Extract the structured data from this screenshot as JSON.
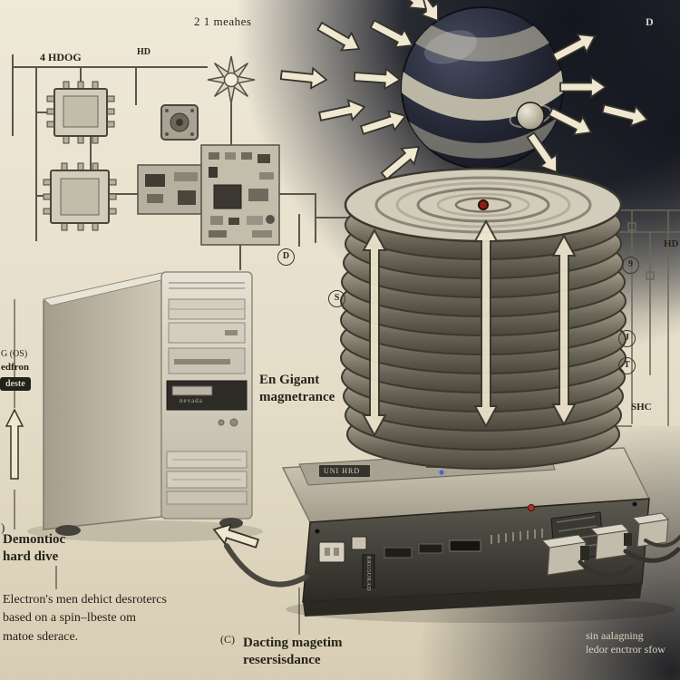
{
  "labels": {
    "top_measure": "2 1 meahes",
    "top_left": "4 HDOG",
    "top_hd": "HD",
    "top_right_d": "D",
    "giant_line1": "En Gigant",
    "giant_line2": "magnetrance",
    "left_os": "G (OS)",
    "left_edfron": "edfron",
    "left_deste": "deste",
    "left_paren": ")",
    "title_line1": "Demontioc",
    "title_line2": "hard dive",
    "caption_line1": "Electron's men dehict desrotercs",
    "caption_line2": "based on a spin–lbeste om",
    "caption_line3": "matoe sderace.",
    "center_marker": "(C)",
    "center_line1": "Dacting magetim",
    "center_line2": "resersisdance",
    "right_caption_line1": "sin aalagning",
    "right_caption_line2": "ledor enctror sfow",
    "right_shc": "SHC",
    "right_hd": "HD",
    "tower_bay": "nevada",
    "device_badge": "UNI HRD",
    "device_plate": "RRG5URAD",
    "circled_d": "D",
    "circled_s": "S",
    "circled_9": "9",
    "circled_j": "J",
    "circled_t": "T"
  },
  "colors": {
    "background_top": "#efe9d8",
    "background_bottom": "#d8cdb4",
    "dark_corner": "#14161f",
    "ink": "#26231b",
    "cream_arrow": "#efe7cf",
    "red_center": "#8d2013",
    "tower_body": "#dcd7c9",
    "device_front": "#45433c"
  }
}
